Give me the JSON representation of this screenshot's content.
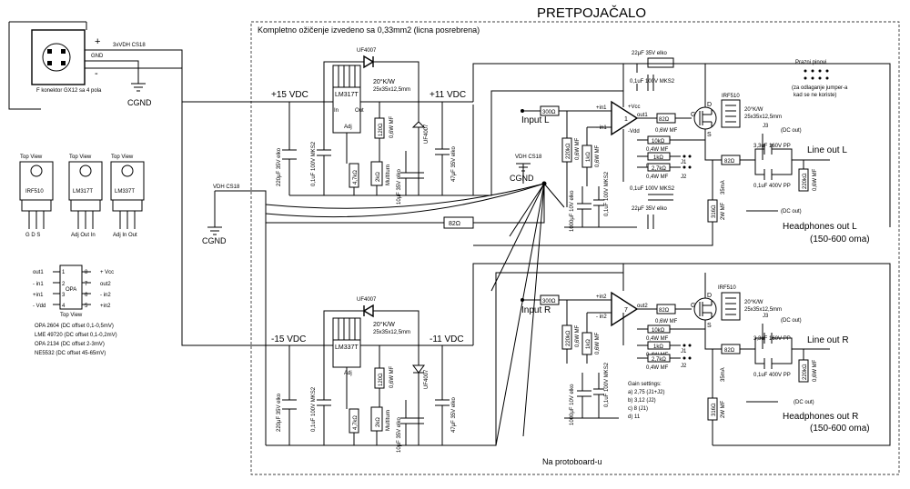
{
  "title": "PRETPOJAČALO",
  "board_note": "Kompletno ožičenje izvedeno sa 0,33mm2 (licna posrebrena)",
  "protoboard": "Na protoboard-u",
  "connector": {
    "name": "F konektor GX12 sa 4 pola",
    "plus": "+",
    "minus": "-",
    "gnd": "GND",
    "cable": "3xVDH CS18",
    "cgnd": "CGND"
  },
  "packages": [
    {
      "view": "Top View",
      "part": "IRF510",
      "pins": "G  D  S"
    },
    {
      "view": "Top View",
      "part": "LM317T",
      "pins": "Adj  Out  In"
    },
    {
      "view": "Top View",
      "part": "LM337T",
      "pins": "Adj  In  Out"
    }
  ],
  "opa_pinout": {
    "left": [
      "out1",
      "- in1",
      "+in1",
      "- Vdd"
    ],
    "left_nums": [
      "1",
      "2",
      "3",
      "4"
    ],
    "right": [
      "+ Vcc",
      "out2",
      "- in2",
      "+in2"
    ],
    "right_nums": [
      "8",
      "7",
      "6",
      "5"
    ],
    "label": "OPA",
    "view": "Top View",
    "options": [
      "OPA 2604 (DC offset 0,1-0,5mV)",
      "LME 49720 (DC offset 0,1-0,2mV)",
      "OPA 2134  (DC offset 2-3mV)",
      "NE5532  (DC offset 45-65mV)"
    ]
  },
  "vdh_cs18": "VDH CS18",
  "cgnd": "CGND",
  "pos_supply": {
    "in_v": "+15 VDC",
    "out_v": "+11 VDC",
    "reg": "LM317T",
    "diode": "UF4007",
    "heatsink": "20°K/W",
    "heatsink_dim": "25x35x12,5mm",
    "cap_in": "220μF 35V elko",
    "cap_film": "0,1uF 100V MKS2",
    "r1": "120Ω",
    "r1_spec": "0,6W MF",
    "r2": "4,7kΩ",
    "trim": "2kΩ",
    "trim_type": "Multiturn",
    "cap_adj": "10μF 35V elko",
    "cap_out": "47μF 35V elko",
    "adj": "Adj",
    "pin_in": "In",
    "pin_out": "Out"
  },
  "neg_supply": {
    "in_v": "-15 VDC",
    "out_v": "-11 VDC",
    "reg": "LM337T",
    "diode": "UF4007",
    "heatsink": "20°K/W",
    "heatsink_dim": "25x35x12,5mm",
    "cap_in": "220μF 35V elko",
    "cap_film": "0,1uF 100V MKS2",
    "r1": "120Ω",
    "r1_spec": "0,6W MF",
    "r2": "4,7kΩ",
    "trim": "2kΩ",
    "trim_type": "Multiturn",
    "cap_adj": "10μF 35V elko",
    "cap_out": "47μF 35V elko",
    "adj": "Adj"
  },
  "channel_l": {
    "input": "Input L",
    "r_in": "300Ω",
    "r_bias": "220kΩ",
    "r_bias_spec": "0,6W MF",
    "r_gnd": "1kΩ",
    "r_gnd_spec": "0,6W MF",
    "vcc": "+Vcc",
    "vdd": "-Vdd",
    "in_p": "+in1",
    "in_n": "- in1",
    "out": "out1",
    "r_gate": "82Ω",
    "r_gate_spec": "0,6W MF",
    "r_fb": "10kΩ",
    "r_fb2": "1kΩ",
    "r_fb3": "2,7kΩ",
    "r_spec": "0,4W MF",
    "j1": "J1",
    "j2": "J2",
    "mosfet": "IRF510",
    "hs": "20°K/W",
    "hs_dim": "25x35x12,5mm",
    "cap_top": "22μF 35V elko",
    "film_top": "0,1uF 100V MKS2",
    "cap_bot": "22μF 35V elko",
    "film_bot": "0,1uF 100V MKS2",
    "cap_dec": "1000μF 10V elko",
    "film_dec": "0,1uF 100V MKS2",
    "r_drain": "82Ω",
    "r_source": "316Ω",
    "r_source_spec": "2W MF",
    "current": "35mA",
    "cap_out": "3,3uF 160V PP",
    "film_out": "0,1uF 400V PP",
    "r_load": "220kΩ",
    "r_load_spec": "0,6W MF",
    "j3": "J3",
    "dc_out": "(DC out)",
    "line_out": "Line out L",
    "hp_out": "Headphones out L",
    "hp_range": "(150-600 oma)",
    "r_cross": "82Ω"
  },
  "channel_r": {
    "input": "Input R",
    "r_in": "300Ω",
    "r_bias": "220kΩ",
    "r_bias_spec": "0,6W MF",
    "r_gnd": "1kΩ",
    "r_gnd_spec": "0,6W MF",
    "in_p": "+in2",
    "in_n": "- in2",
    "out": "out2",
    "r_gate": "82Ω",
    "r_gate_spec": "0,6W MF",
    "r_fb": "10kΩ",
    "r_fb2": "1kΩ",
    "r_fb3": "2,7kΩ",
    "r_spec": "0,4W MF",
    "j1": "J1",
    "j2": "J2",
    "mosfet": "IRF510",
    "hs": "20°K/W",
    "hs_dim": "25x35x12,5mm",
    "cap_dec": "1000μF 10V elko",
    "film_dec": "0,1uF 100V MKS2",
    "r_drain": "82Ω",
    "r_source": "316Ω",
    "r_source_spec": "2W MF",
    "current": "35mA",
    "cap_out": "3,3uF 160V PP",
    "film_out": "0,1uF 400V PP",
    "r_load": "220kΩ",
    "r_load_spec": "0,6W MF",
    "j3": "J3",
    "dc_out": "(DC out)",
    "line_out": "Line out R",
    "hp_out": "Headphones out R",
    "hp_range": "(150-600 oma)"
  },
  "jumper_note": {
    "title": "Prazni pinovi",
    "line1": "(za odlaganje jumper-a",
    "line2": "kad se ne koriste)"
  },
  "gain": {
    "title": "Gain settings:",
    "a": "a) 2,75  (J1+J2)",
    "b": "b) 3,12  (J2)",
    "c": "c) 8  (J1)",
    "d": "d) 11"
  },
  "pin_labels": {
    "g": "G",
    "d": "D",
    "s": "S",
    "one": "1"
  }
}
